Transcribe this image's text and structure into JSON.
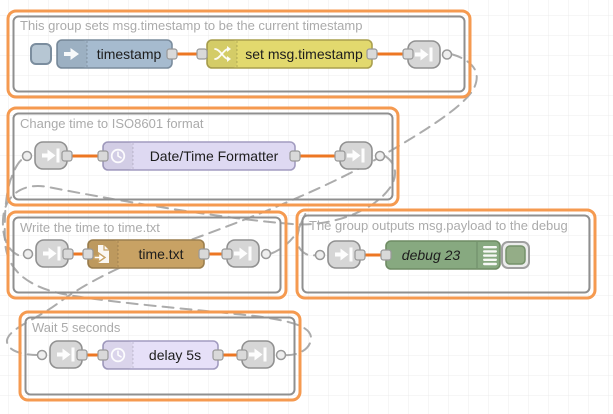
{
  "app": "node-red-flow-editor",
  "groups": [
    {
      "title": "This group sets msg.timestamp to be the current timestamp"
    },
    {
      "title": "Change time to ISO8601 format"
    },
    {
      "title": "Write the time to time.txt"
    },
    {
      "title": "The group outputs msg.payload to the debug"
    },
    {
      "title": "Wait 5 seconds"
    }
  ],
  "nodes": {
    "inject": {
      "label": "timestamp"
    },
    "change": {
      "label": "set msg.timestamp"
    },
    "datetime": {
      "label": "Date/Time Formatter"
    },
    "file": {
      "label": "time.txt"
    },
    "debug": {
      "label": "debug 23"
    },
    "delay": {
      "label": "delay 5s"
    }
  },
  "colors": {
    "group_border": "#f59a50",
    "group_inner_border": "#8f8f8f",
    "wire": "#ed7723",
    "link_wire": "#9e9e9e",
    "grid": "#ececec",
    "node_inject": "#a6bbcf",
    "node_change": "#e2d96e",
    "node_datetime": "#ded9f2",
    "node_file": "#c8a264",
    "node_debug": "#87a980",
    "node_delay": "#e6e0f8",
    "node_link": "#d6d6d6"
  }
}
